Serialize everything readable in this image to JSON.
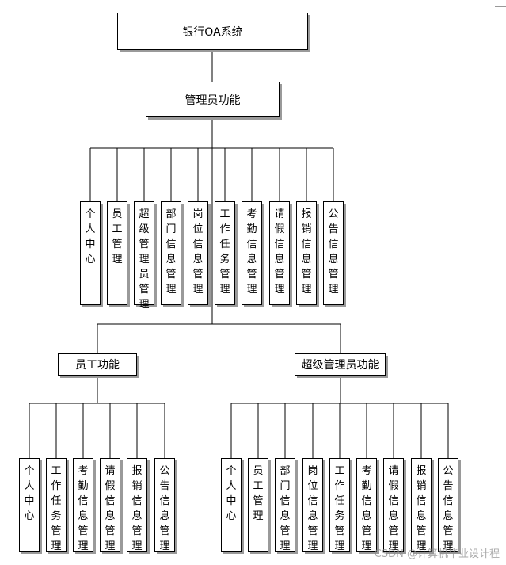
{
  "root": "银行OA系统",
  "admin": {
    "title": "管理员功能",
    "items": [
      "个人中心",
      "员工管理",
      "超级管理员管理",
      "部门信息管理",
      "岗位信息管理",
      "工作任务管理",
      "考勤信息管理",
      "请假信息管理",
      "报销信息管理",
      "公告信息管理"
    ]
  },
  "employee": {
    "title": "员工功能",
    "items": [
      "个人中心",
      "工作任务管理",
      "考勤信息管理",
      "请假信息管理",
      "报销信息管理",
      "公告信息管理"
    ]
  },
  "super_admin": {
    "title": "超级管理员功能",
    "items": [
      "个人中心",
      "员工管理",
      "部门信息管理",
      "岗位信息管理",
      "工作任务管理",
      "考勤信息管理",
      "请假信息管理",
      "报销信息管理",
      "公告信息管理"
    ]
  },
  "watermark": "CSDN @计算机毕业设计程"
}
